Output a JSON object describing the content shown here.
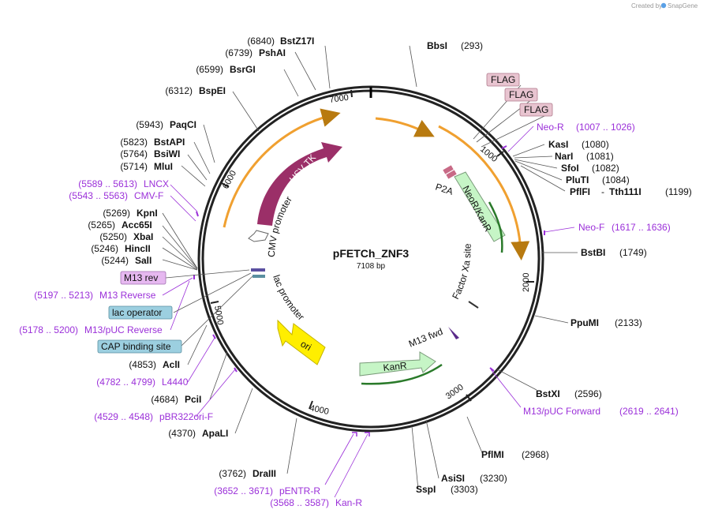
{
  "credit": {
    "prefix": "Created by",
    "brand": "SnapGene"
  },
  "plasmid": {
    "name": "pFETCh_ZNF3",
    "size": "7108 bp"
  },
  "ticks": [
    "1000",
    "2000",
    "3000",
    "4000",
    "5000",
    "6000",
    "7000"
  ],
  "enzymes": [
    {
      "pos": "(6840)",
      "name": "BstZ17I"
    },
    {
      "pos": "(6739)",
      "name": "PshAI"
    },
    {
      "pos": "(6599)",
      "name": "BsrGI"
    },
    {
      "pos": "(6312)",
      "name": "BspEI"
    },
    {
      "pos": "(5943)",
      "name": "PaqCI"
    },
    {
      "pos": "(5823)",
      "name": "BstAPI"
    },
    {
      "pos": "(5764)",
      "name": "BsiWI"
    },
    {
      "pos": "(5714)",
      "name": "MluI"
    },
    {
      "pos": "(5269)",
      "name": "KpnI"
    },
    {
      "pos": "(5265)",
      "name": "Acc65I"
    },
    {
      "pos": "(5250)",
      "name": "XbaI"
    },
    {
      "pos": "(5246)",
      "name": "HincII"
    },
    {
      "pos": "(5244)",
      "name": "SalI"
    },
    {
      "pos": "(4853)",
      "name": "AclI"
    },
    {
      "pos": "(4684)",
      "name": "PciI"
    },
    {
      "pos": "(4370)",
      "name": "ApaLI"
    },
    {
      "pos": "(3762)",
      "name": "DraIII"
    },
    {
      "pos": "(293)",
      "name": "BbsI"
    },
    {
      "pos": "(1080)",
      "name": "KasI"
    },
    {
      "pos": "(1081)",
      "name": "NarI"
    },
    {
      "pos": "(1082)",
      "name": "SfoI"
    },
    {
      "pos": "(1084)",
      "name": "PluTI"
    },
    {
      "pos": "(1199)",
      "name": "PflFI",
      "alt": "Tth111I"
    },
    {
      "pos": "(1749)",
      "name": "BstBI"
    },
    {
      "pos": "(2133)",
      "name": "PpuMI"
    },
    {
      "pos": "(2596)",
      "name": "BstXI"
    },
    {
      "pos": "(2968)",
      "name": "PflMI"
    },
    {
      "pos": "(3230)",
      "name": "AsiSI"
    },
    {
      "pos": "(3303)",
      "name": "SspI"
    }
  ],
  "primers": [
    {
      "name": "Neo-R",
      "range": "(1007 .. 1026)"
    },
    {
      "name": "Neo-F",
      "range": "(1617 .. 1636)"
    },
    {
      "name": "M13/pUC Forward",
      "range": "(2619 .. 2641)"
    },
    {
      "name": "pENTR-R",
      "range": "(3652 .. 3671)"
    },
    {
      "name": "Kan-R",
      "range": "(3568 .. 3587)"
    },
    {
      "name": "pBR322ori-F",
      "range": "(4529 .. 4548)"
    },
    {
      "name": "L4440",
      "range": "(4782 .. 4799)"
    },
    {
      "name": "M13/pUC Reverse",
      "range": "(5178 .. 5200)"
    },
    {
      "name": "M13 Reverse",
      "range": "(5197 .. 5213)"
    },
    {
      "name": "CMV-F",
      "range": "(5543 .. 5563)"
    },
    {
      "name": "LNCX",
      "range": "(5589 .. 5613)"
    }
  ],
  "boxed": [
    {
      "label": "FLAG",
      "color": "#e8c4d0"
    },
    {
      "label": "FLAG",
      "color": "#e8c4d0"
    },
    {
      "label": "FLAG",
      "color": "#e8c4d0"
    },
    {
      "label": "M13 rev",
      "color": "#e6b8f0"
    },
    {
      "label": "lac operator",
      "color": "#9ccfe0"
    },
    {
      "label": "CAP binding site",
      "color": "#9ccfe0"
    }
  ],
  "features": {
    "hsv_tk": "HSV TK",
    "cmv_promoter": "CMV promoter",
    "lac_promoter": "lac promoter",
    "ori": "ori",
    "kanr": "KanR",
    "m13_fwd": "M13 fwd",
    "neor_kanr": "NeoR/KanR",
    "p2a": "P2A",
    "factor_xa": "Factor Xa site"
  },
  "colors": {
    "hsv_tk": "#9b2f68",
    "ori": "#ffee00",
    "kanr": "#c6f5c6",
    "neor": "#c6f5c6",
    "orange_arc": "#f0a030",
    "primer": "#9b30d9"
  }
}
